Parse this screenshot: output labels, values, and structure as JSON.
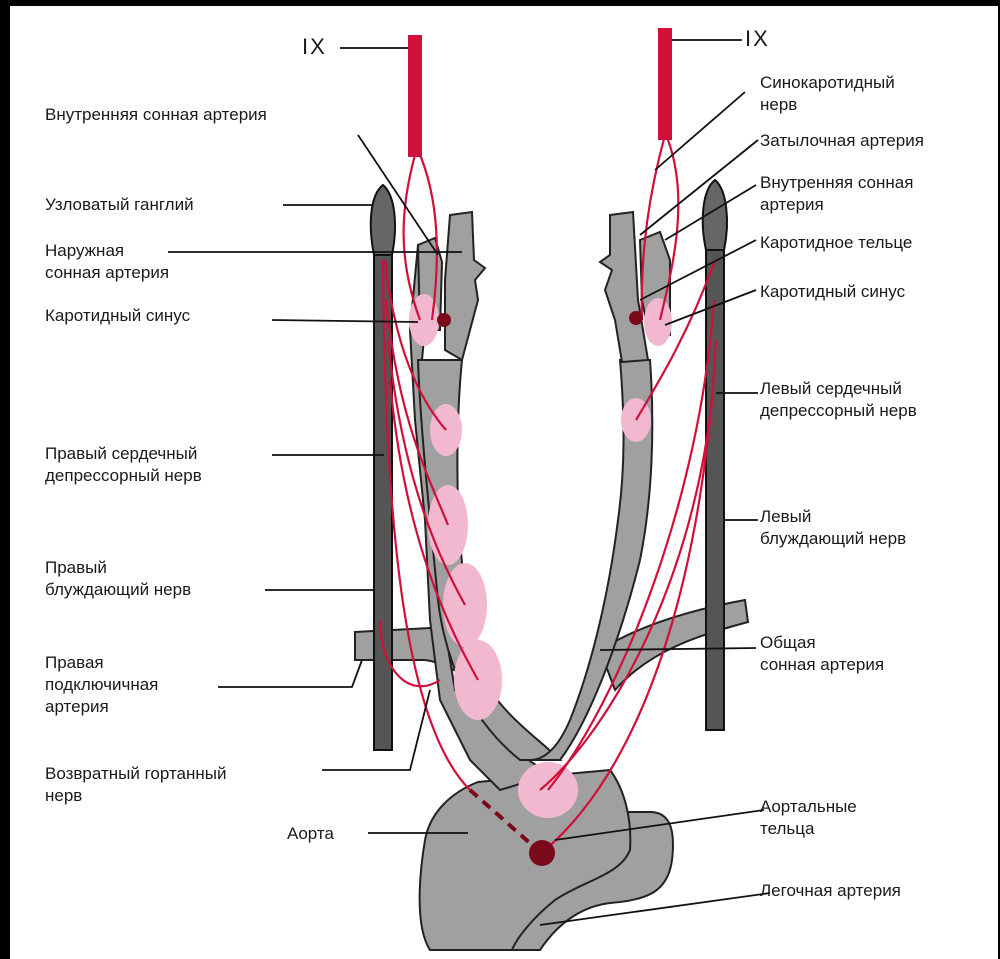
{
  "labels": {
    "ix_left": "IX",
    "ix_right": "IX",
    "int_carotid_left": "Внутренняя сонная артерия",
    "nodose_ganglion": "Узловатый  ганглий",
    "ext_carotid": "Наружная\nсонная артерия",
    "carotid_sinus_left": "Каротидный синус",
    "right_depressor": "Правый сердечный\nдепрессорный нерв",
    "right_vagus": "Правый\nблуждающий нерв",
    "right_subclavian": "Правая\nподключичная\nартерия",
    "recurrent_laryngeal": "Возвратный гортанный\nнерв",
    "aorta": "Аорта",
    "sinocarotid_nerve": "Синокаротидный\nнерв",
    "occipital_artery": "Затылочная артерия",
    "int_carotid_right": "Внутренняя сонная\nартерия",
    "carotid_body": "Каротидное тельце",
    "carotid_sinus_right": "Каротидный синус",
    "left_depressor": "Левый сердечный\nдепрессорный нерв",
    "left_vagus": "Левый\nблуждающий нерв",
    "common_carotid": "Общая\nсонная артерия",
    "aortic_bodies": "Аортальные\nтельца",
    "pulmonary_artery": "Легочная артерия"
  },
  "colors": {
    "vessel": "#9a9a9a",
    "nerve_red": "#d0103a",
    "baroreceptor_pink": "#f2b8cf",
    "dark_body": "#7a0a1a",
    "vagus_gray": "#555555"
  }
}
